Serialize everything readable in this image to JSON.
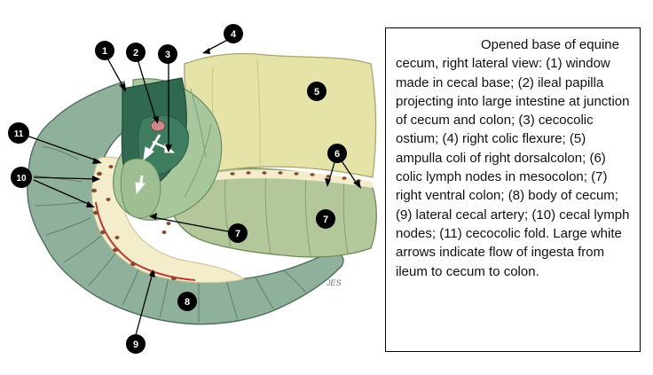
{
  "caption": {
    "text": "Opened base of equine cecum, right lateral view: (1) window made in cecal base; (2) ileal papilla projecting into large intestine at junction of cecum and colon; (3) cecocolic ostium; (4) right colic flexure; (5) ampulla coli of right dorsalcolon; (6) colic lymph nodes in mesocolon; (7) right ventral colon; (8) body of cecum; (9) lateral cecal artery; (10) cecal lymph nodes; (11) cecocolic fold. Large white arrows indicate flow of ingesta from ileum to cecum to colon."
  },
  "callouts": [
    {
      "id": "1",
      "label": "1"
    },
    {
      "id": "2",
      "label": "2"
    },
    {
      "id": "3",
      "label": "3"
    },
    {
      "id": "4",
      "label": "4"
    },
    {
      "id": "5",
      "label": "5"
    },
    {
      "id": "6",
      "label": "6"
    },
    {
      "id": "7a",
      "label": "7"
    },
    {
      "id": "7b",
      "label": "7"
    },
    {
      "id": "8",
      "label": "8"
    },
    {
      "id": "9",
      "label": "9"
    },
    {
      "id": "10",
      "label": "10"
    },
    {
      "id": "11",
      "label": "11"
    }
  ],
  "artist_signature": "JES",
  "colors": {
    "cecum_body": "#8fb09a",
    "cecum_rim": "#6f8f7f",
    "window_dark": "#2f6a50",
    "colon_ventral": "#b4c79a",
    "ampulla_yellow": "#e5e3a8",
    "fold_cream": "#f3edcc",
    "lymph_node": "#8a4a2e",
    "artery_red": "#b53a3a"
  }
}
